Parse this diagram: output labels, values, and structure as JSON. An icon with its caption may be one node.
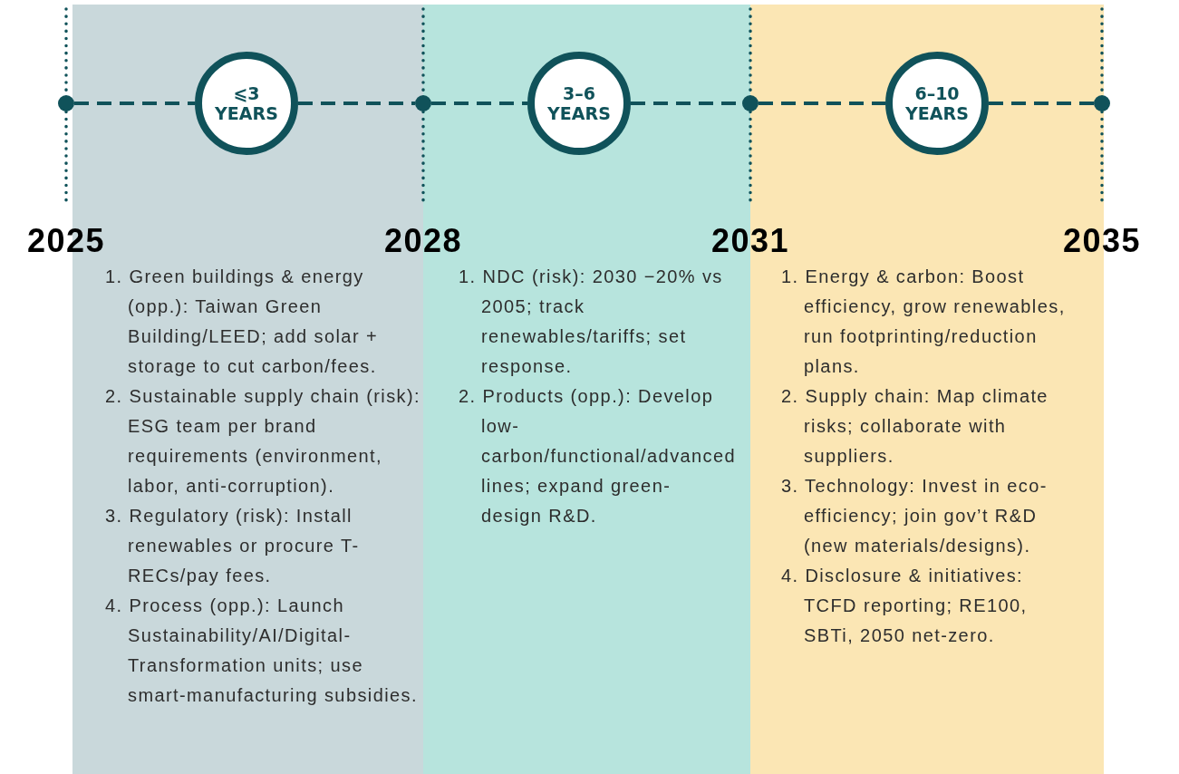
{
  "diagram": {
    "nodes": [
      {
        "text": [
          "1. Green buildings & energy (opp.): Taiwan Green Building/LEED; add solar + storage to cut carbon/fees.",
          "2. Sustainable supply chain (risk): ESG team per brand requirements (environment, labor, anti-corruption).",
          "3. Regulatory (risk): Install renewables or procure T-RECs/pay fees.",
          "4. Process (opp.): Launch Sustainability/AI/Digital-Transformation units; use smart-manufacturing subsidies."
        ]
      },
      {
        "text": [
          "1. NDC (risk): 2030 −20% vs 2005; track renewables/tariffs; set response.",
          "2. Products (opp.): Develop low-carbon/functional/advanced lines; expand green-design R&D."
        ]
      },
      {
        "text": [
          "1. Energy & carbon: Boost efficiency, grow renewables, run footprinting/reduction plans.",
          "2. Supply chain: Map climate risks; collaborate with suppliers.",
          "3. Technology: Invest in eco-efficiency; join gov’t R&D (new materials/designs).",
          "4. Disclosure & initiatives: TCFD reporting; RE100, SBTi, 2050 net-zero."
        ]
      },
      {
        "text": [],
        "shape": "circle",
        "beside": [
          "2025"
        ]
      },
      {
        "text": [
          "⩽3 YEARS"
        ],
        "in": 0
      },
      {
        "text": [],
        "shape": "circle",
        "beside": [
          "2028"
        ]
      },
      {
        "text": [
          "3–6 YEARS"
        ],
        "in": 1
      },
      {
        "text": [],
        "shape": "circle",
        "beside": [
          "2031"
        ]
      },
      {
        "text": [
          "6–10 YEARS"
        ],
        "in": 2
      },
      {
        "text": [],
        "shape": "circle",
        "beside": [
          "2035"
        ]
      }
    ],
    "edges": [
      {
        "from": 3,
        "to": 4,
        "arrow": "none",
        "style": "dashed"
      },
      {
        "from": 4,
        "to": 5,
        "arrow": "none",
        "style": "dashed"
      },
      {
        "from": 5,
        "to": 6,
        "arrow": "none",
        "style": "dashed"
      },
      {
        "from": 6,
        "to": 7,
        "arrow": "none",
        "style": "dashed"
      },
      {
        "from": 7,
        "to": 8,
        "arrow": "none",
        "style": "dashed"
      },
      {
        "from": 8,
        "to": 9,
        "arrow": "none",
        "style": "dashed"
      }
    ]
  }
}
